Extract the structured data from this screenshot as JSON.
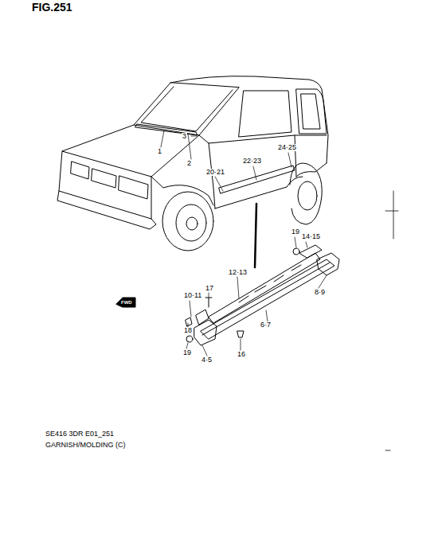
{
  "diagram": {
    "labels": [
      "FIG.251",
      "3",
      "1",
      "2",
      "20·21",
      "22·23",
      "24·25",
      "19",
      "14·15",
      "12·13",
      "17",
      "10·11",
      "FWD",
      "18",
      "6·7",
      "8·9",
      "19",
      "16",
      "4·5",
      "SE416 3DR E01_251",
      "GARNISH/MOLDING (C)"
    ]
  }
}
